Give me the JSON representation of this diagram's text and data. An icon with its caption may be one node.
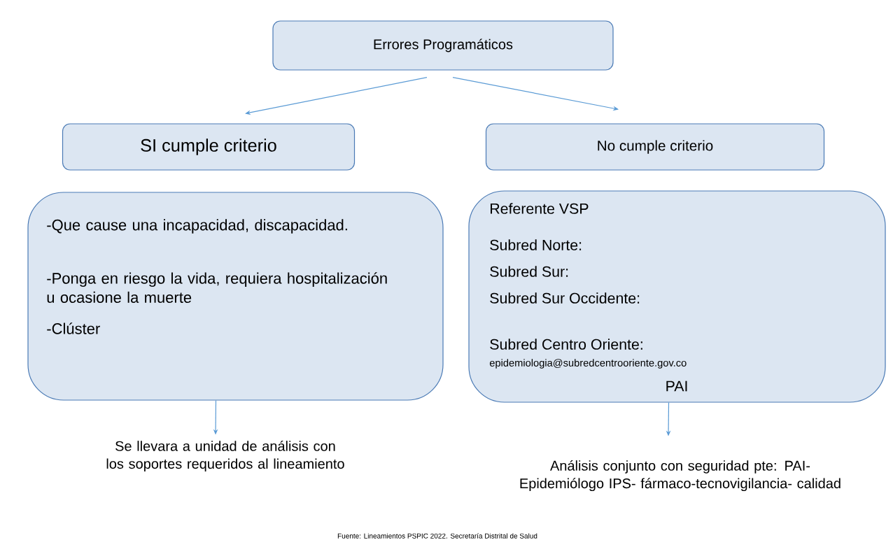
{
  "diagram": {
    "caption": "Fuente: Lineamientos PSPIC 2022. Secretaría Distrital de Salud",
    "nodes": [
      {
        "text": [
          "Errores Programáticos"
        ]
      },
      {
        "text": [
          "SI cumple criterio"
        ]
      },
      {
        "text": [
          "No cumple criterio"
        ]
      },
      {
        "text": [
          "-Que cause una incapacidad, discapacidad.",
          "-Ponga en riesgo la vida,   requiera hospitalización u ocasione la muerte",
          "-Clúster"
        ]
      },
      {
        "text": [
          "Referente VSP",
          "Subred Norte:",
          "Subred Sur:",
          "Subred Sur Occidente:",
          "Subred Centro Oriente:",
          "epidemiologia@subredcentrooriente.gov.co",
          "PAI"
        ]
      },
      {
        "text": [
          "Se llevara a unidad de análisis con los soportes requeridos al lineamiento"
        ]
      },
      {
        "text": [
          "Análisis conjunto con seguridad pte: PAI- Epidemiólogo IPS- fármaco-tecnovigilancia- calidad"
        ]
      }
    ],
    "edges": [
      {
        "from": 0,
        "to": 1,
        "arrow": "to"
      },
      {
        "from": 0,
        "to": 2,
        "arrow": "to"
      },
      {
        "from": 3,
        "to": 5,
        "arrow": "to"
      },
      {
        "from": 4,
        "to": 6,
        "arrow": "to"
      }
    ]
  }
}
